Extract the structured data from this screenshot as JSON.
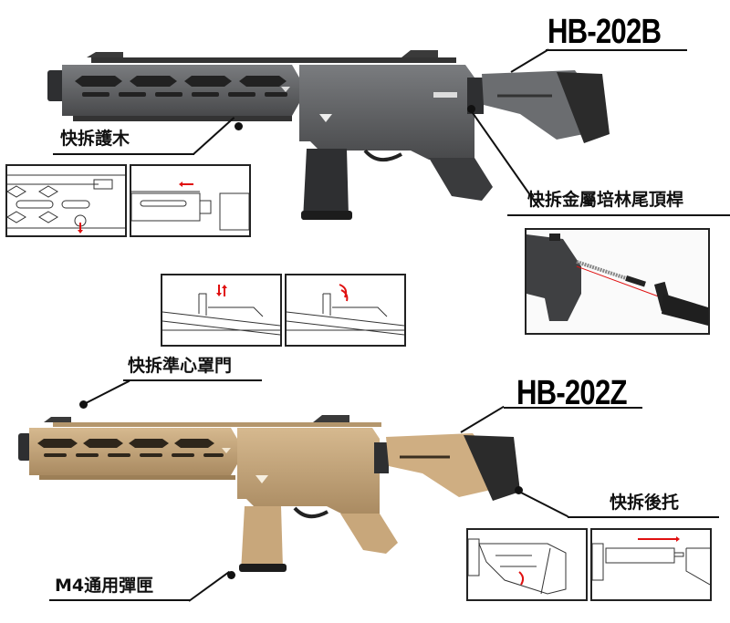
{
  "models": [
    {
      "id": "hb-202b",
      "label": "HB-202B",
      "finish": "gray",
      "color": "#5b5d60"
    },
    {
      "id": "hb-202z",
      "label": "HB-202Z",
      "finish": "tan",
      "color": "#c8a77b"
    }
  ],
  "callouts": {
    "handguard": "快拆護木",
    "buffer_tube": "快拆金屬培林尾頂桿",
    "sight_cover": "快拆準心罩門",
    "stock": "快拆後托",
    "magazine": "M4通用彈匣"
  },
  "colors": {
    "gray_body": "#5b5d60",
    "gray_dark": "#2e2f31",
    "tan_body": "#c8a77b",
    "tan_dark": "#9c7f57",
    "stock_black": "#2b2b2b",
    "arrow_red": "#e01010",
    "line": "#111111"
  },
  "diagrams": [
    {
      "id": "handguard-step1",
      "arrow": "down"
    },
    {
      "id": "handguard-step2",
      "arrow": "left"
    },
    {
      "id": "buffer-tube-photo",
      "arrow": "laser-line"
    },
    {
      "id": "sight-step1",
      "arrow": "up-down"
    },
    {
      "id": "sight-step2",
      "arrow": "rotate"
    },
    {
      "id": "stock-step1",
      "arrow": "curved-up"
    },
    {
      "id": "stock-step2",
      "arrow": "right"
    }
  ]
}
